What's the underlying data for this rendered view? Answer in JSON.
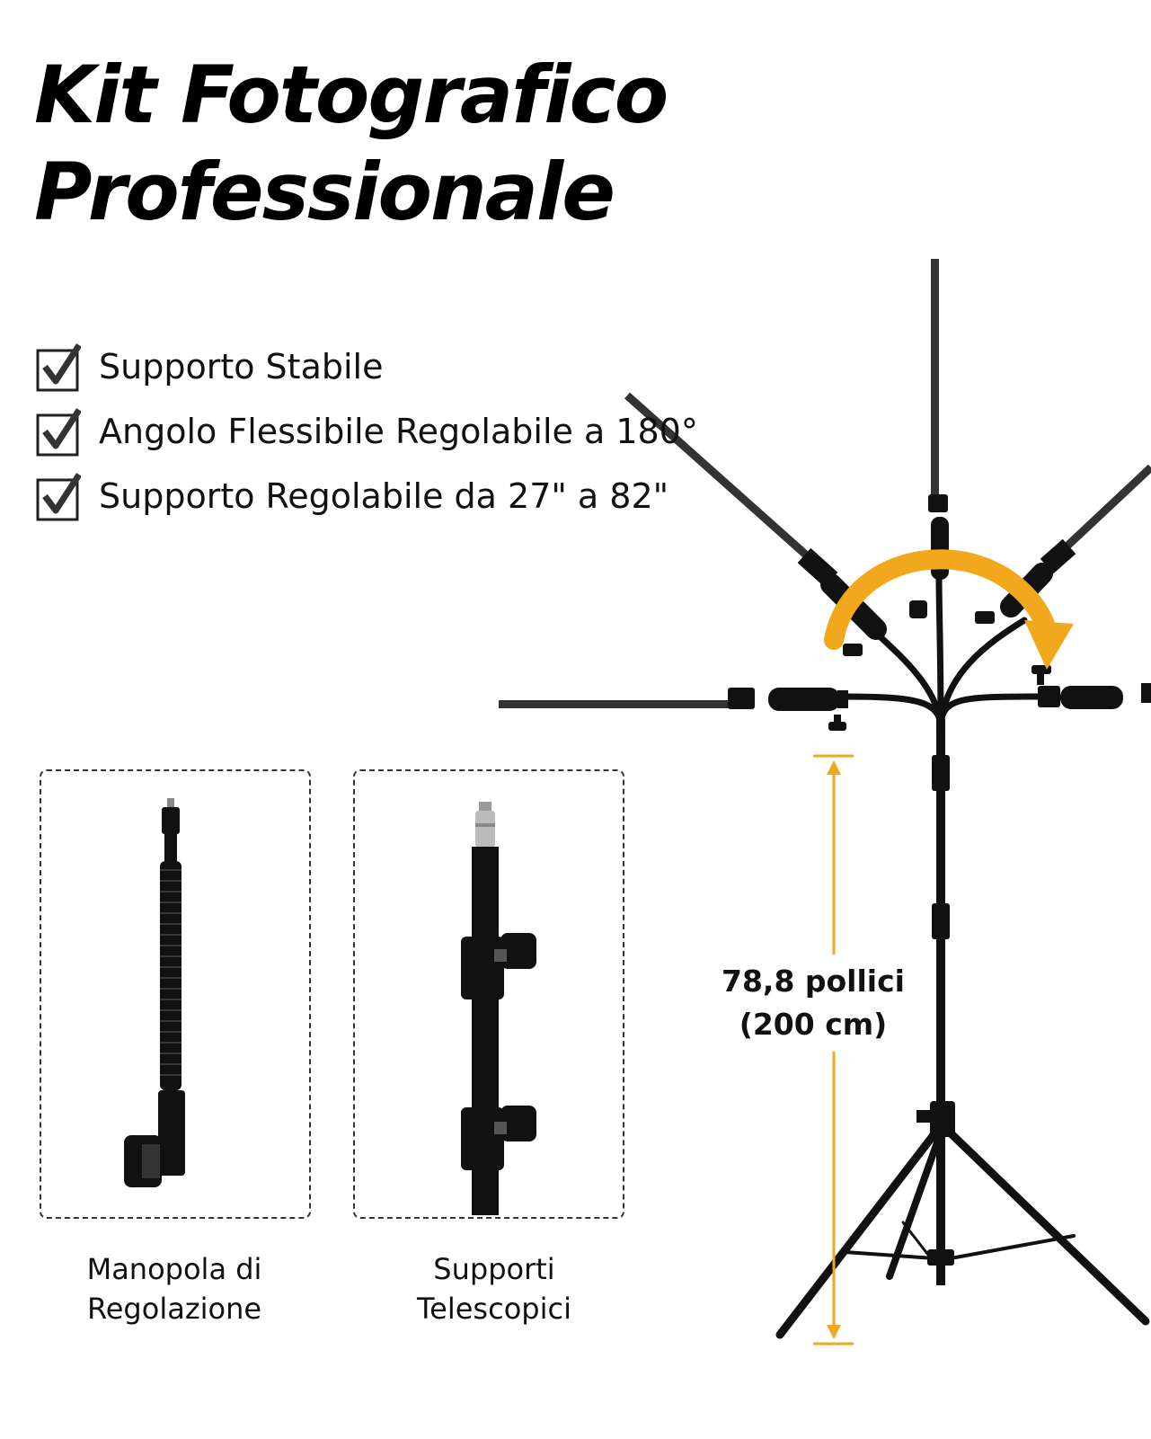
{
  "title": {
    "line1": "Kit Fotografico",
    "line2": "Professionale"
  },
  "features": [
    {
      "label": "Supporto Stabile"
    },
    {
      "label": "Angolo Flessibile Regolabile a 180°"
    },
    {
      "label": "Supporto Regolabile da 27\" a 82\""
    }
  ],
  "details": [
    {
      "caption_line1": "Manopola di",
      "caption_line2": "Regolazione"
    },
    {
      "caption_line1": "Supporti",
      "caption_line2": "Telescopici"
    }
  ],
  "height_measure": {
    "line1": "78,8 pollici",
    "line2": "(200 cm)"
  },
  "colors": {
    "accent": "#f2a81d",
    "text": "#111111",
    "equipment": "#111111"
  }
}
